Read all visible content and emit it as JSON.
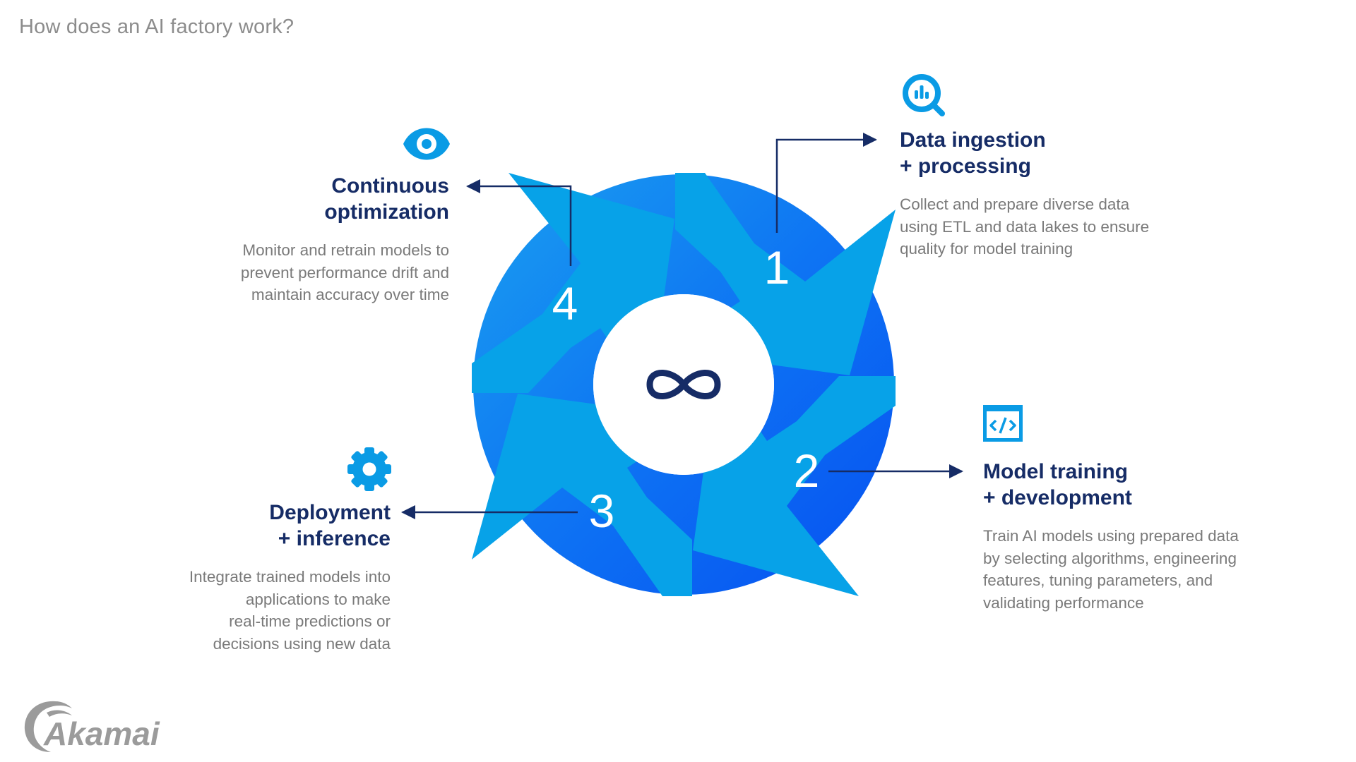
{
  "page": {
    "title": "How does an AI factory work?"
  },
  "cycle": {
    "center_icon": "infinity-icon",
    "colors": {
      "ring_dark": "#0a5cf5",
      "ring_light": "#1ea0ee",
      "arrow_fill": "#07a2e8",
      "connector": "#162c66"
    },
    "steps": [
      {
        "number": "1",
        "icon": "analytics-search-icon",
        "title_lines": [
          "Data ingestion",
          "+ processing"
        ],
        "desc_lines": [
          "Collect and prepare diverse data",
          "using ETL and data lakes to ensure",
          "quality for model training"
        ]
      },
      {
        "number": "2",
        "icon": "code-icon",
        "title_lines": [
          "Model training",
          "+ development"
        ],
        "desc_lines": [
          "Train AI models using prepared data",
          "by selecting algorithms, engineering",
          "features, tuning parameters, and",
          "validating performance"
        ]
      },
      {
        "number": "3",
        "icon": "gear-icon",
        "title_lines": [
          "Deployment",
          "+ inference"
        ],
        "desc_lines": [
          "Integrate trained models into",
          "applications to make",
          "real-time predictions or",
          "decisions using new data"
        ]
      },
      {
        "number": "4",
        "icon": "eye-icon",
        "title_lines": [
          "Continuous",
          "optimization"
        ],
        "desc_lines": [
          "Monitor and retrain models to",
          "prevent performance drift and",
          "maintain accuracy over time"
        ]
      }
    ]
  },
  "brand": {
    "logo_text": "Akamai"
  }
}
